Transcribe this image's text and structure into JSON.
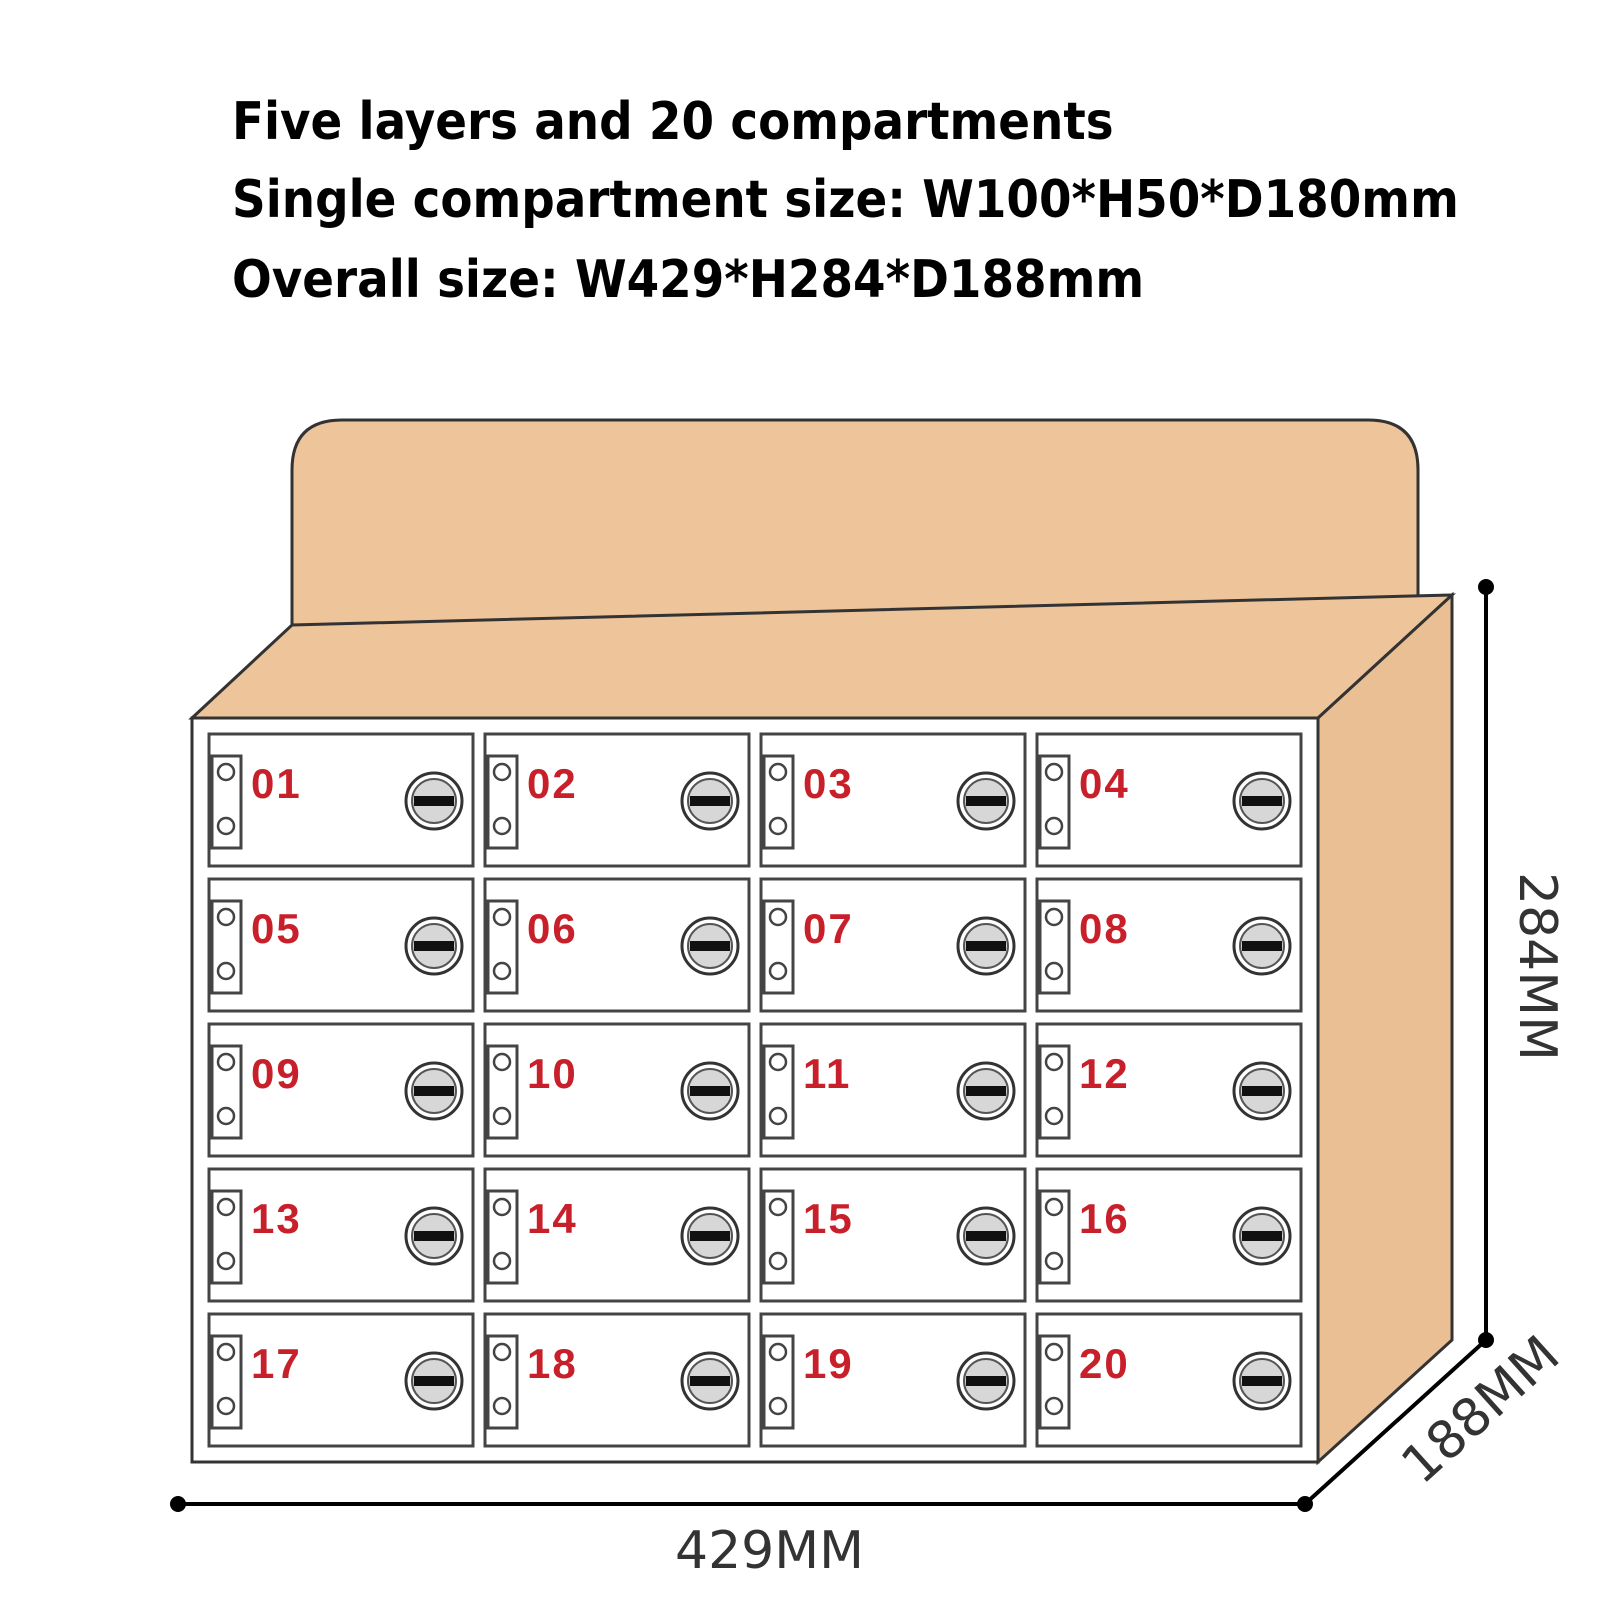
{
  "headline": {
    "line1": "Five layers and 20 compartments",
    "line2": "Single compartment size: W100*H50*D180mm",
    "line3": "Overall size: W429*H284*D188mm"
  },
  "compartments": [
    "01",
    "02",
    "03",
    "04",
    "05",
    "06",
    "07",
    "08",
    "09",
    "10",
    "11",
    "12",
    "13",
    "14",
    "15",
    "16",
    "17",
    "18",
    "19",
    "20"
  ],
  "grid": {
    "rows": 5,
    "cols": 4
  },
  "dimensions": {
    "width": "429MM",
    "height": "284MM",
    "depth": "188MM"
  },
  "colors": {
    "cabinet": "#eec49b",
    "outline": "#333333",
    "door": "#ffffff",
    "number": "#c8202a"
  }
}
